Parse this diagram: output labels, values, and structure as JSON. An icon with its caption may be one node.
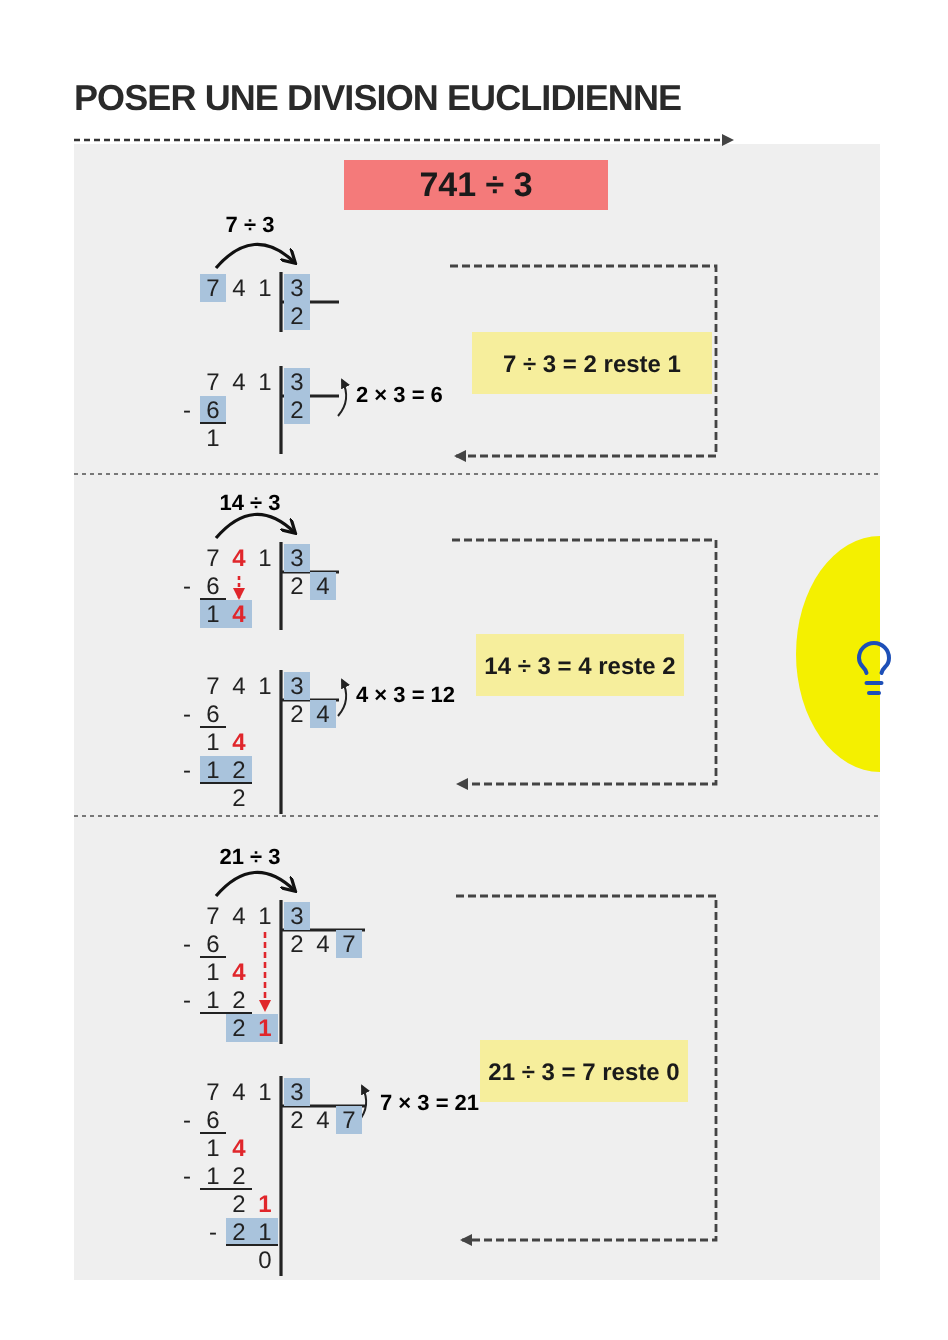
{
  "diagram": {
    "title": "POSER UNE DIVISION EUCLIDIENNE",
    "nodes": [
      {
        "text": [
          "741 ÷ 3"
        ]
      },
      {
        "text": [
          "7 ÷ 3 = 2 reste 1"
        ]
      },
      {
        "text": [
          "14 ÷ 3 = 4 reste 2"
        ]
      },
      {
        "text": [
          "21 ÷ 3 = 7 reste 0"
        ]
      }
    ],
    "labels": [
      "7 ÷ 3",
      "7",
      "4",
      "1",
      "3",
      "2",
      "7",
      "4",
      "1",
      "3",
      "-",
      "6",
      "2",
      "1",
      "2 × 3 = 6",
      "14 ÷ 3",
      "7",
      "4",
      "1",
      "3",
      "-",
      "6",
      "2",
      "4",
      "1",
      "4",
      "7",
      "4",
      "1",
      "3",
      "-",
      "6",
      "2",
      "4",
      "1",
      "4",
      "-",
      "1",
      "2",
      "2",
      "4 × 3 = 12",
      "21 ÷ 3",
      "7",
      "4",
      "1",
      "3",
      "-",
      "6",
      "2",
      "4",
      "7",
      "1",
      "4",
      "-",
      "1",
      "2",
      "2",
      "1",
      "7",
      "4",
      "1",
      "3",
      "-",
      "6",
      "2",
      "4",
      "7",
      "1",
      "4",
      "-",
      "1",
      "2",
      "2",
      "1",
      "-",
      "2",
      "1",
      "0",
      "7 × 3 = 21"
    ]
  }
}
